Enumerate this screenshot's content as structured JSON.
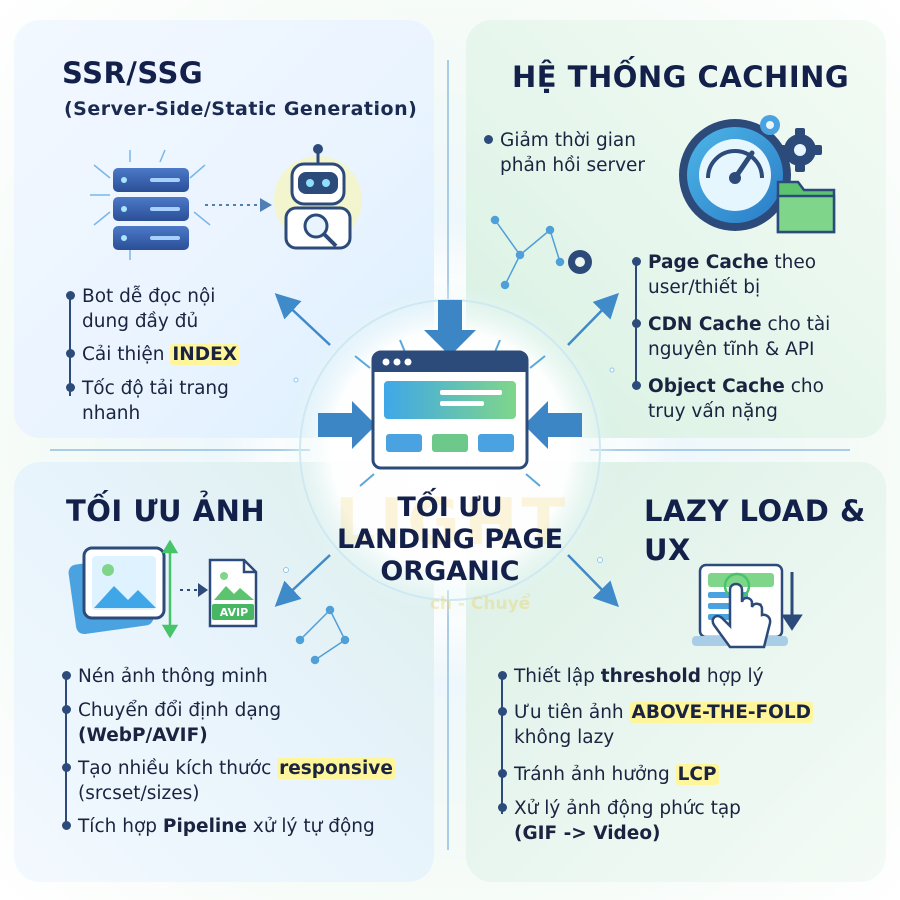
{
  "center": {
    "title_lines": [
      "TỐI ƯU",
      "LANDING PAGE",
      "ORGANIC"
    ],
    "watermark": "LIGHT",
    "watermark_sub": "ch - Chuyể"
  },
  "ssr": {
    "title": "SSR/SSG",
    "subtitle": "(Server-Side/Static Generation)",
    "items": [
      {
        "lines": [
          "Bot dễ đọc nội",
          "dung đầy đủ"
        ]
      },
      {
        "pre": "Cải thiện ",
        "highlight": "INDEX"
      },
      {
        "lines": [
          "Tốc độ tải trang",
          "nhanh"
        ]
      }
    ]
  },
  "caching": {
    "title": "HỆ THỐNG CACHING",
    "intro": [
      "Giảm thời gian",
      "phản hồi server"
    ],
    "items": [
      {
        "bold": "Page Cache",
        "rest1": " theo",
        "line2": "user/thiết bị"
      },
      {
        "bold": "CDN Cache",
        "rest1": " cho tài",
        "line2": "nguyên tĩnh & API"
      },
      {
        "bold": "Object Cache",
        "rest1": " cho",
        "line2": "truy vấn nặng"
      }
    ]
  },
  "image": {
    "title": "TỐI ƯU ẢNH",
    "avip_label": "AVIP",
    "items": [
      {
        "line1": "Nén ảnh thông minh"
      },
      {
        "line1": "Chuyển đổi định dạng",
        "line2_bold": "(WebP/AVIF)"
      },
      {
        "line1": "Tạo nhiều kích thước ",
        "line1_hl": "responsive",
        "line2": "(srcset/sizes)"
      },
      {
        "pre": "Tích hợp ",
        "bold": "Pipeline",
        "post": " xử lý tự động"
      }
    ]
  },
  "lazy": {
    "title_line1": "LAZY LOAD &",
    "title_line2": "UX",
    "items": [
      {
        "pre": "Thiết lập ",
        "bold": "threshold",
        "post": " hợp lý"
      },
      {
        "pre": "Ưu tiên ảnh ",
        "highlight": "ABOVE-THE-FOLD",
        "line2": "không lazy"
      },
      {
        "pre": "Tránh ảnh hưởng ",
        "highlight": "LCP"
      },
      {
        "line1": "Xử lý ảnh động phức tạp",
        "line2_bold": "(GIF -> Video)"
      }
    ]
  },
  "colors": {
    "navy": "#13204a",
    "blue_accent": "#2f7fd6",
    "green_accent": "#47c46a",
    "highlight": "#fff59a"
  },
  "icons": [
    "server-stack-icon",
    "robot-magnifier-icon",
    "speedometer-icon",
    "gear-icon",
    "folder-icon",
    "browser-window-icon",
    "image-file-icon",
    "avip-file-icon",
    "finger-tap-icon",
    "network-nodes-icon"
  ]
}
